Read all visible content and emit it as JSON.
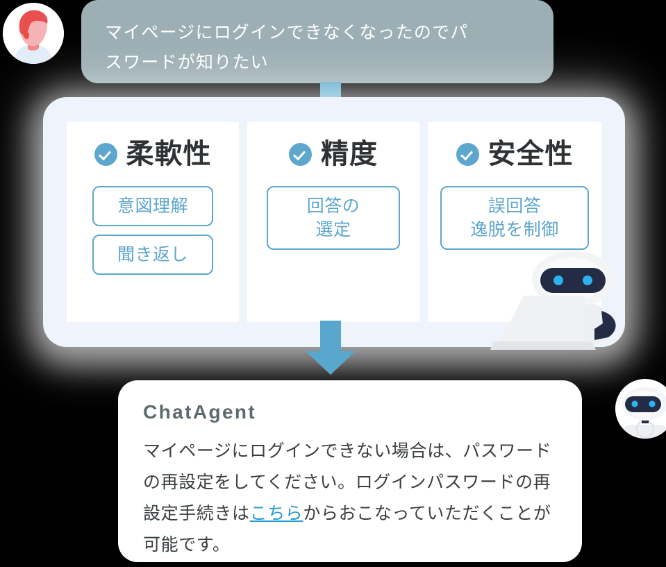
{
  "user_message": {
    "avatar_icon": "user-profile-icon",
    "text": "マイページにログインできなくなったのでパ\nスワードが知りたい"
  },
  "feature_card": {
    "columns": [
      {
        "check_icon": "check-circle-icon",
        "title": "柔軟性",
        "tags": [
          "意図理解",
          "聞き返し"
        ]
      },
      {
        "check_icon": "check-circle-icon",
        "title": "精度",
        "tags": [
          "回答の\n選定"
        ]
      },
      {
        "check_icon": "check-circle-icon",
        "title": "安全性",
        "tags": [
          "誤回答\n逸脱を制御"
        ]
      }
    ]
  },
  "answer_card": {
    "title": "ChatAgent",
    "body_part1": "マイページにログインできない場合は、パスワードの再設定をしてください。ログインパスワードの再設定手続きは",
    "link_text": "こちら",
    "body_part2": "からおこなっていただくことが可能です。",
    "agent_avatar_icon": "robot-avatar-icon"
  },
  "illustration": {
    "robot_with_laptop_icon": "robot-laptop-icon"
  },
  "colors": {
    "accent_blue": "#5DA6CD",
    "arrow_blue": "#59A7CD",
    "bubble_gray": "#9CAFB4",
    "card_bg": "#EFF4FC",
    "title_dark": "#2F3234",
    "link_blue": "#2A9BD0",
    "agent_name_gray": "#5D6B6E",
    "robot_visor": "#242B45",
    "robot_eye": "#2BB3F0"
  }
}
